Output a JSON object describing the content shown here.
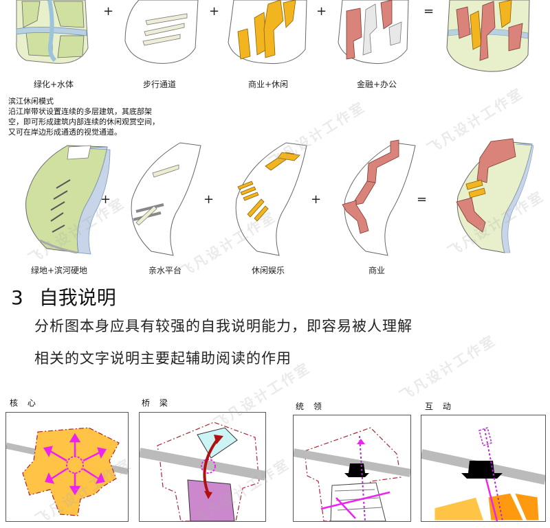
{
  "watermark": "飞凡设计工作室",
  "row1": {
    "operators": [
      "+",
      "+",
      "+",
      "="
    ],
    "captions": [
      "绿化+水体",
      "步行通道",
      "商业+休闲",
      "金融+办公"
    ]
  },
  "note": {
    "title": "滨江休闲模式",
    "lines": [
      "沿江岸带状设置连续的多层建筑，其底部架",
      "空，即可形成建筑内部连续的休闲观赏空间，",
      "又可在岸边形成通透的视觉通道。"
    ]
  },
  "row2": {
    "operators": [
      "+",
      "+",
      "+",
      "="
    ],
    "captions": [
      "绿地+滨河硬地",
      "亲水平台",
      "休闲娱乐",
      "商业"
    ]
  },
  "section": {
    "number": "3",
    "title": "自我说明",
    "lines": [
      "分析图本身应具有较强的自我说明能力，即容易被人理解",
      "相关的文字说明主要起辅助阅读的作用"
    ]
  },
  "panels": [
    {
      "label": "核 心"
    },
    {
      "label": "桥 梁"
    },
    {
      "label": "统 领"
    },
    {
      "label": "互 动"
    }
  ],
  "colors": {
    "commercial_yellow": "#f2b520",
    "finance_pink": "#d9837b",
    "green": "#cfe0a0",
    "water": "#c8d4e8",
    "pedestrian": "#efefd0",
    "core_orange": "#ffc446",
    "arrow_magenta": "#ee22ee",
    "bridge_purple": "#cc88cc",
    "bridge_cyan": "#cdf4f4",
    "bridge_arrow": "#b01010",
    "boundary_dash": "#aa2233"
  }
}
